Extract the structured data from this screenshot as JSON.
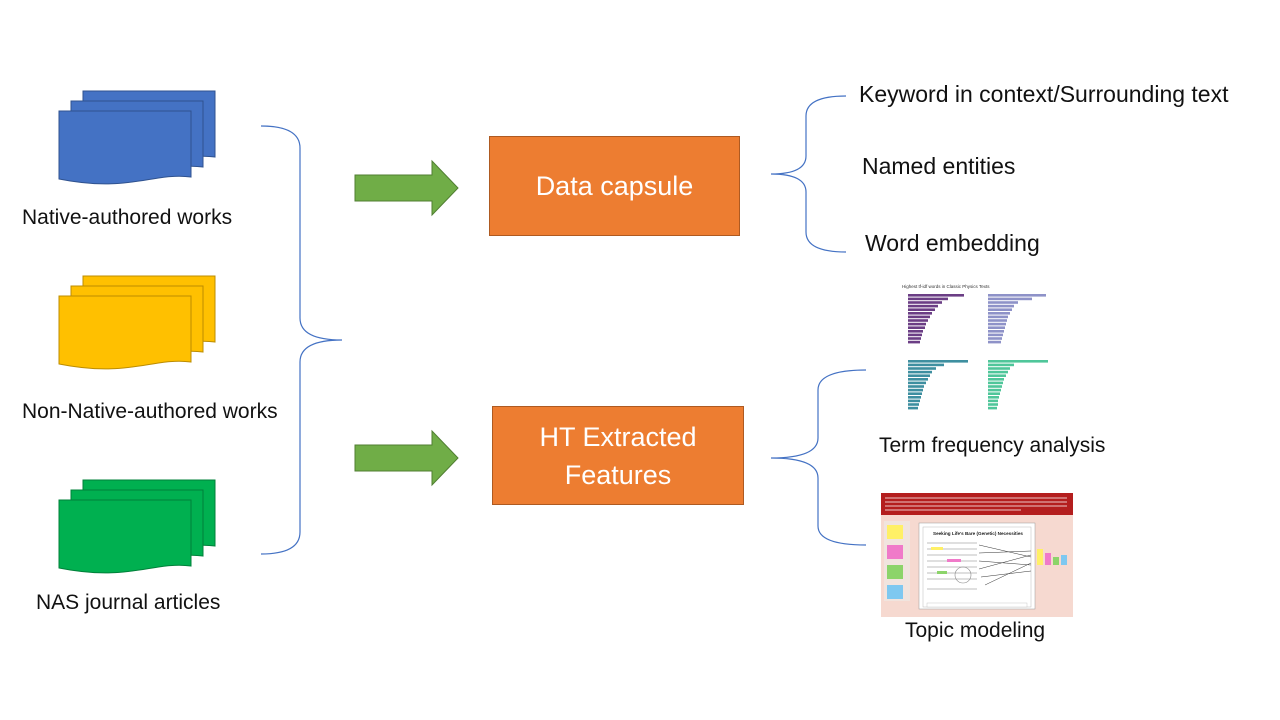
{
  "sources": [
    {
      "label": "Native-authored works",
      "color": "#4472C4",
      "stroke": "#2F528F"
    },
    {
      "label": "Non-Native-authored works",
      "color": "#FFC000",
      "stroke": "#BC8C00"
    },
    {
      "label": "NAS journal articles",
      "color": "#00B050",
      "stroke": "#00803A"
    }
  ],
  "arrow_color": "#70AD47",
  "process_color": "#ED7D31",
  "bracket_color": "#4472C4",
  "processes": [
    {
      "label": "Data capsule"
    },
    {
      "label": "HT Extracted\nFeatures"
    }
  ],
  "outputs": {
    "data_capsule": [
      {
        "label": "Keyword in context/Surrounding text"
      },
      {
        "label": "Named entities"
      },
      {
        "label": "Word embedding"
      }
    ],
    "ht_features": [
      {
        "label": "Term frequency analysis",
        "figure_title": "Highest tf-idf words in Classic Physics Texts"
      },
      {
        "label": "Topic modeling",
        "figure_title": "Seeking Life's Bare (Genetic) Necessities"
      }
    ]
  }
}
